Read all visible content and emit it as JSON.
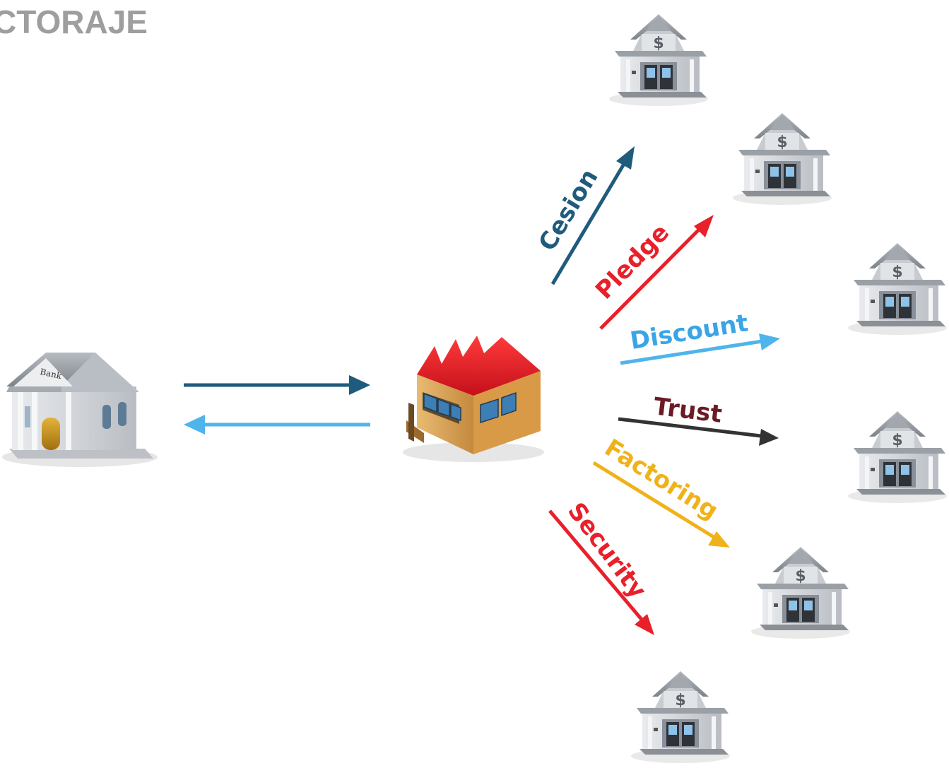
{
  "title": "CTORAJE",
  "bank": {
    "sign": "Bank"
  },
  "branch": {
    "symbol": "$"
  },
  "flows": [
    {
      "label": "Cesion",
      "color": "#1f5b7c"
    },
    {
      "label": "Pledge",
      "color": "#e8202a"
    },
    {
      "label": "Discount",
      "color": "#3aa5e6"
    },
    {
      "label": "Trust",
      "color": "#6b1b24"
    },
    {
      "label": "Factoring",
      "color": "#f0b21a"
    },
    {
      "label": "Security",
      "color": "#e8202a"
    }
  ],
  "arrow_colors": {
    "to_factory": "#1f5b7c",
    "to_bank": "#4fb4ec",
    "cesion": "#1f5b7c",
    "pledge": "#e8202a",
    "discount": "#4fb4ec",
    "trust": "#333333",
    "factoring": "#f0b21a",
    "security": "#e8202a"
  }
}
